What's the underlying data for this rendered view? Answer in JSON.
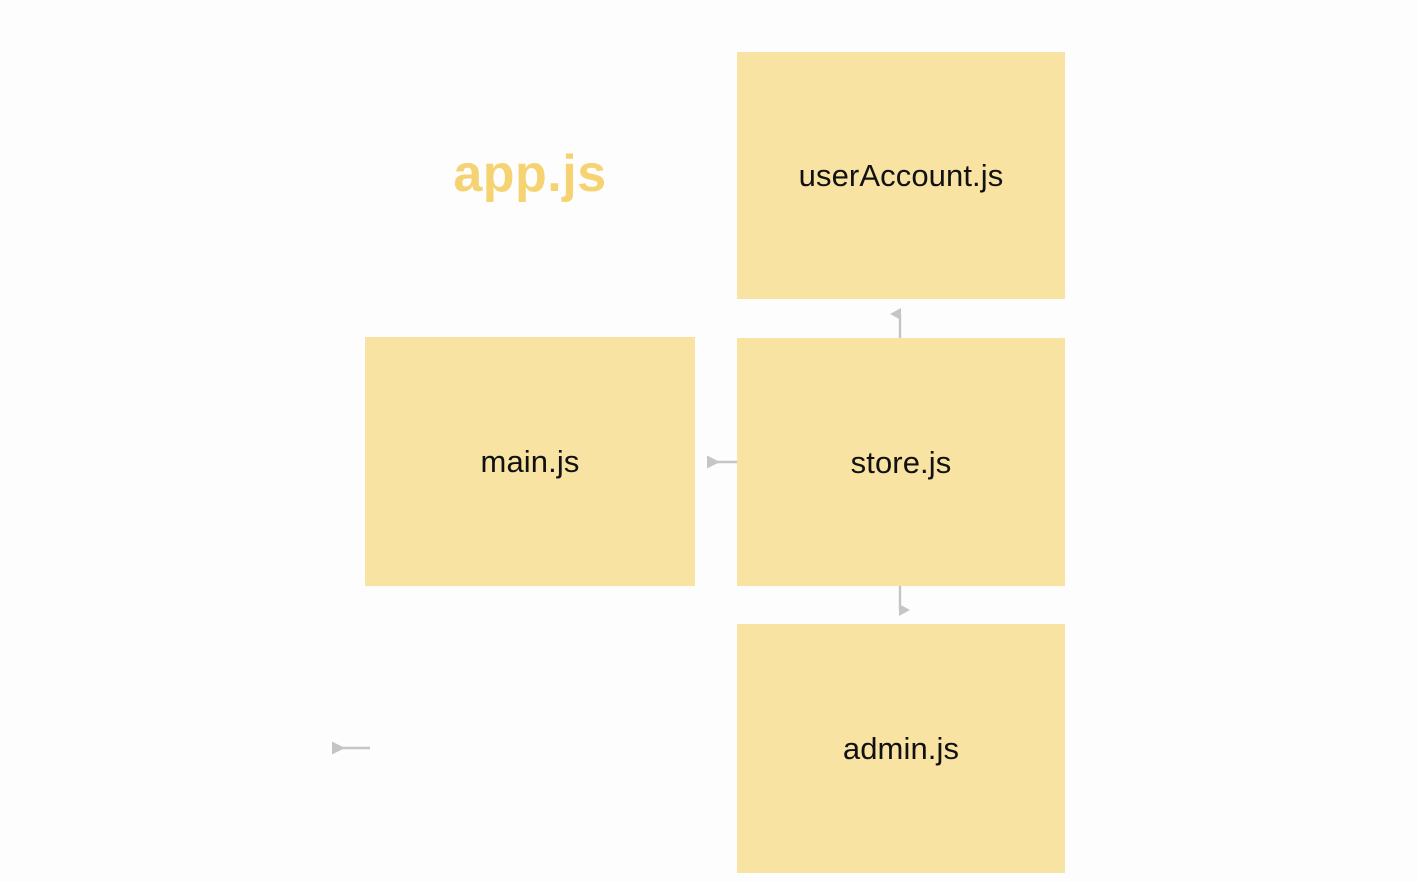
{
  "diagram": {
    "type": "module-dependency-graph",
    "background_color": "#fdfdfd",
    "node_fill_color": "#f8e3a3",
    "node_text_color": "#111111",
    "edge_color": "#c5c5c5",
    "title_color": "#f5d372",
    "title_label": "app.js",
    "nodes": [
      {
        "id": "useraccount",
        "label": "userAccount.js"
      },
      {
        "id": "main",
        "label": "main.js"
      },
      {
        "id": "store",
        "label": "store.js"
      },
      {
        "id": "admin",
        "label": "admin.js"
      }
    ],
    "edges": [
      {
        "id": "store-to-useraccount",
        "from": "store",
        "to": "useraccount",
        "direction": "up"
      },
      {
        "id": "store-to-main",
        "from": "store",
        "to": "main",
        "direction": "left"
      },
      {
        "id": "store-to-admin",
        "from": "store",
        "to": "admin",
        "direction": "down"
      },
      {
        "id": "detached-arrow",
        "from": "",
        "to": "",
        "direction": "left"
      }
    ]
  }
}
